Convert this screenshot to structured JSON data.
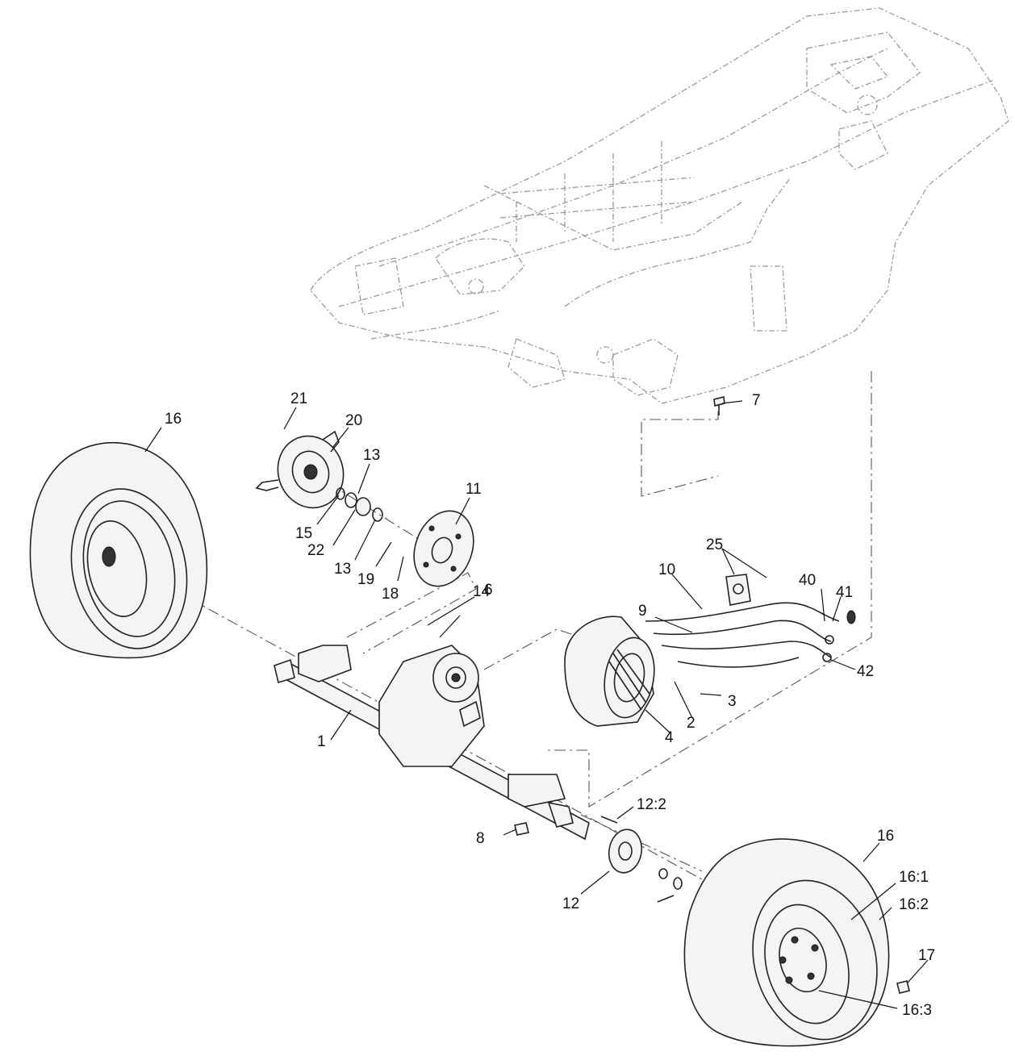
{
  "callouts": [
    {
      "id": "c1",
      "label": "1"
    },
    {
      "id": "c2",
      "label": "2"
    },
    {
      "id": "c3",
      "label": "3"
    },
    {
      "id": "c4",
      "label": "4"
    },
    {
      "id": "c6",
      "label": "6"
    },
    {
      "id": "c7",
      "label": "7"
    },
    {
      "id": "c8",
      "label": "8"
    },
    {
      "id": "c9",
      "label": "9"
    },
    {
      "id": "c10",
      "label": "10"
    },
    {
      "id": "c11",
      "label": "11"
    },
    {
      "id": "c12",
      "label": "12"
    },
    {
      "id": "c12_2",
      "label": "12:2"
    },
    {
      "id": "c13a",
      "label": "13"
    },
    {
      "id": "c13b",
      "label": "13"
    },
    {
      "id": "c14",
      "label": "14"
    },
    {
      "id": "c15",
      "label": "15"
    },
    {
      "id": "c16a",
      "label": "16"
    },
    {
      "id": "c16b",
      "label": "16"
    },
    {
      "id": "c16_1",
      "label": "16:1"
    },
    {
      "id": "c16_2",
      "label": "16:2"
    },
    {
      "id": "c16_3",
      "label": "16:3"
    },
    {
      "id": "c17",
      "label": "17"
    },
    {
      "id": "c18",
      "label": "18"
    },
    {
      "id": "c19",
      "label": "19"
    },
    {
      "id": "c20",
      "label": "20"
    },
    {
      "id": "c21",
      "label": "21"
    },
    {
      "id": "c22",
      "label": "22"
    },
    {
      "id": "c25",
      "label": "25"
    },
    {
      "id": "c40",
      "label": "40"
    },
    {
      "id": "c41",
      "label": "41"
    },
    {
      "id": "c42",
      "label": "42"
    }
  ]
}
